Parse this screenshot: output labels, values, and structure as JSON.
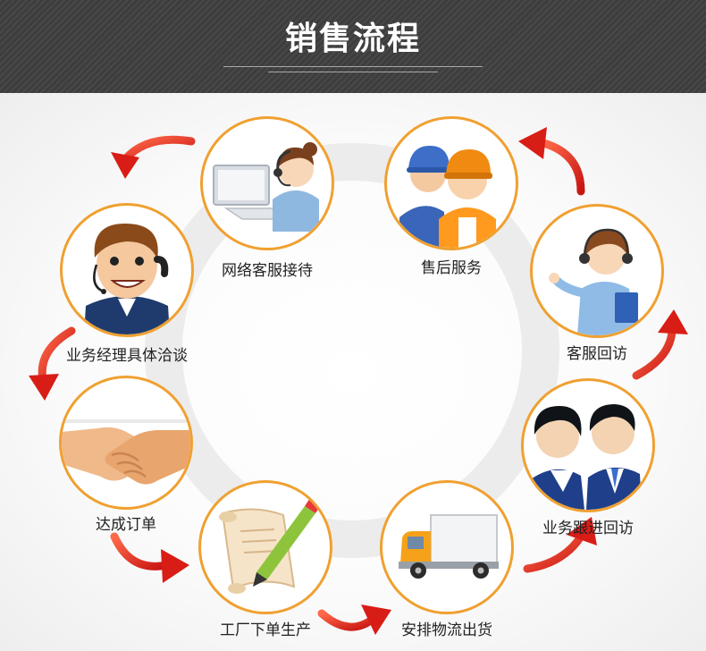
{
  "title": "销售流程",
  "colors": {
    "accent": "#f0a030",
    "arrow": "#e8281e",
    "header": "#3d3d3d"
  },
  "steps": [
    {
      "label": "网络客服接待",
      "icon": "customer-service-desk-icon"
    },
    {
      "label": "售后服务",
      "icon": "after-sales-workers-icon"
    },
    {
      "label": "客服回访",
      "icon": "presenting-agent-icon"
    },
    {
      "label": "业务跟进回访",
      "icon": "business-team-headset-icon"
    },
    {
      "label": "安排物流出货",
      "icon": "delivery-truck-icon"
    },
    {
      "label": "工厂下单生产",
      "icon": "scroll-pen-icon"
    },
    {
      "label": "达成订单",
      "icon": "handshake-icon"
    },
    {
      "label": "业务经理具体洽谈",
      "icon": "manager-headset-icon"
    }
  ]
}
